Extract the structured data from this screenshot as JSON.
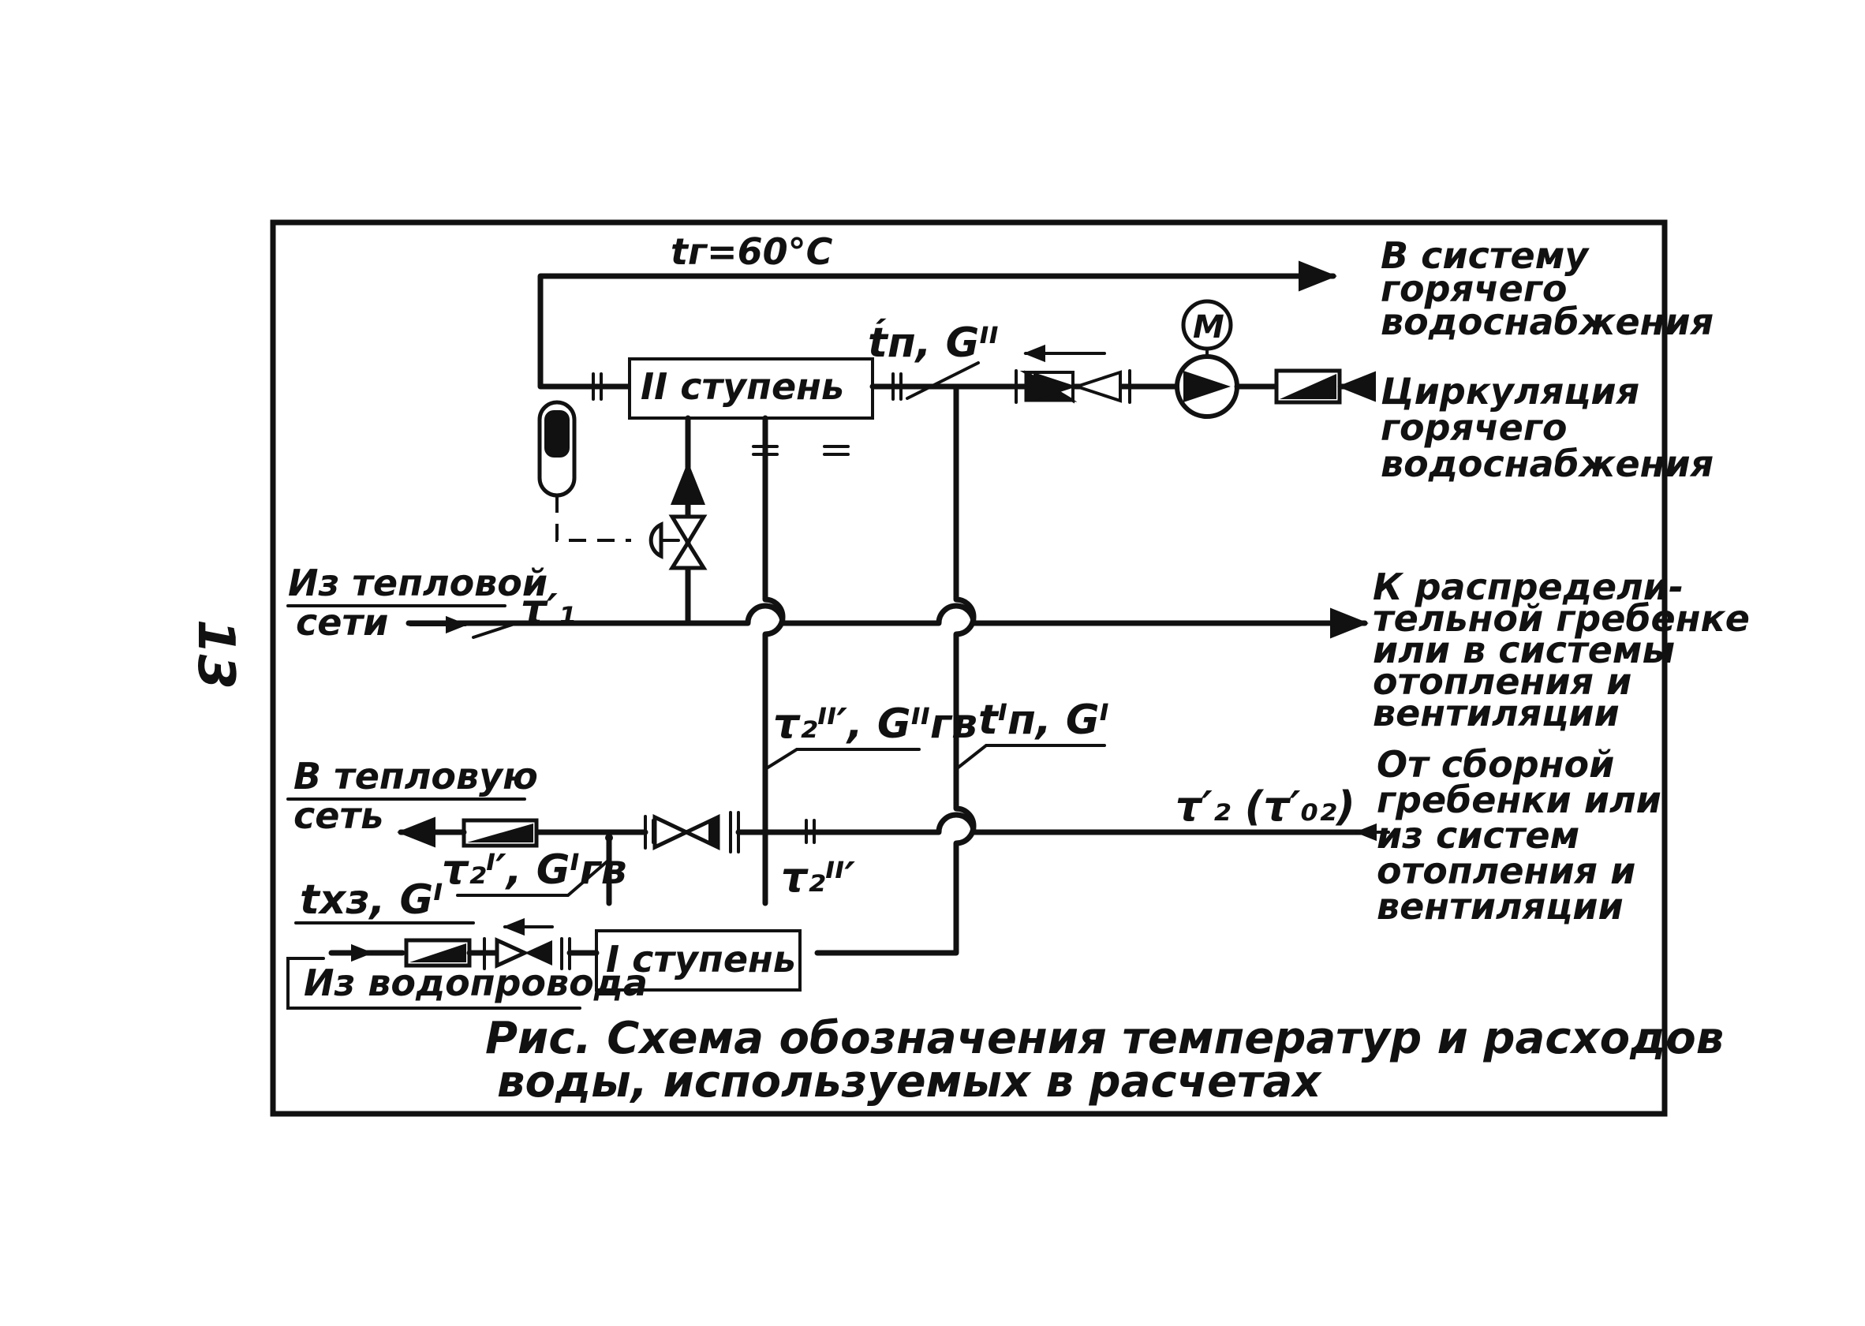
{
  "page_number": "13",
  "temperature_label": "tг=60°C",
  "stage2": "II ступень",
  "stage1": "I ступень",
  "motor": "M",
  "labels": {
    "to_hot_water": [
      "В систему",
      "горячего",
      "водоснабжения"
    ],
    "circulation": [
      "Циркуляция",
      "горячего",
      "водоснабжения"
    ],
    "from_network": [
      "Из тепловой",
      "сети"
    ],
    "to_distribution": [
      "К распредели-",
      "тельной гребенке",
      "или в системы",
      "отопления и",
      "вентиляции"
    ],
    "to_network": [
      "В тепловую",
      "сеть"
    ],
    "from_collector": [
      "От сборной",
      "гребенки или",
      "из систем",
      "отопления и",
      "вентиляции"
    ],
    "from_water_supply": "Из водопровода"
  },
  "symbols": {
    "tn2": "t́п, Gᴵᴵ",
    "tau1": "τ′₁",
    "tau2_2": "τ₂ᴵᴵ′, Gᴵᴵгв",
    "tn1": "tᴵп, Gᴵ",
    "tau2_main": "τ′₂ (τ′₀₂)",
    "tau2_1": "τ₂ᴵ′, Gᴵгв",
    "tau2_2b": "τ₂ᴵᴵ′",
    "txz": "tхз, Gᴵ"
  },
  "caption": [
    "Рис. Схема обозначения температур и расходов",
    "воды, используемых в расчетах"
  ]
}
